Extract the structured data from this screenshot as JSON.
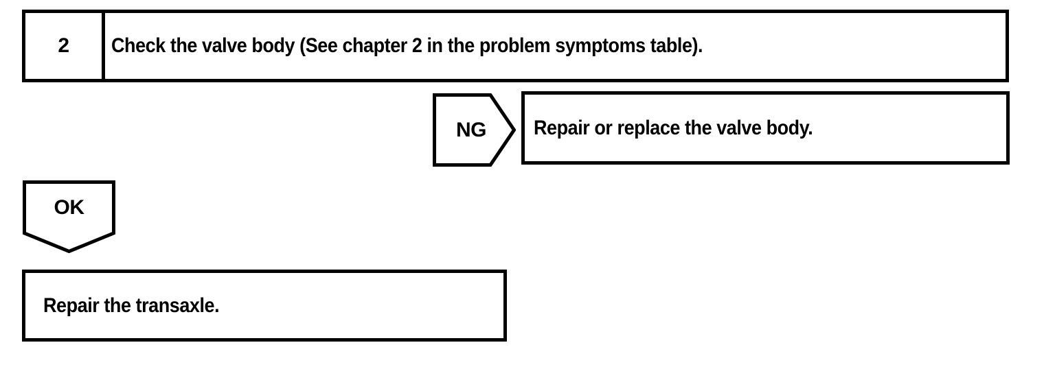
{
  "colors": {
    "line": "#000000",
    "background": "#ffffff"
  },
  "flowchart": {
    "step": {
      "number": "2",
      "instruction": "Check the valve body (See chapter 2 in the problem symptoms table)."
    },
    "ng_branch": {
      "label": "NG",
      "action": "Repair or replace the valve body."
    },
    "ok_branch": {
      "label": "OK",
      "action": "Repair the transaxle."
    }
  }
}
